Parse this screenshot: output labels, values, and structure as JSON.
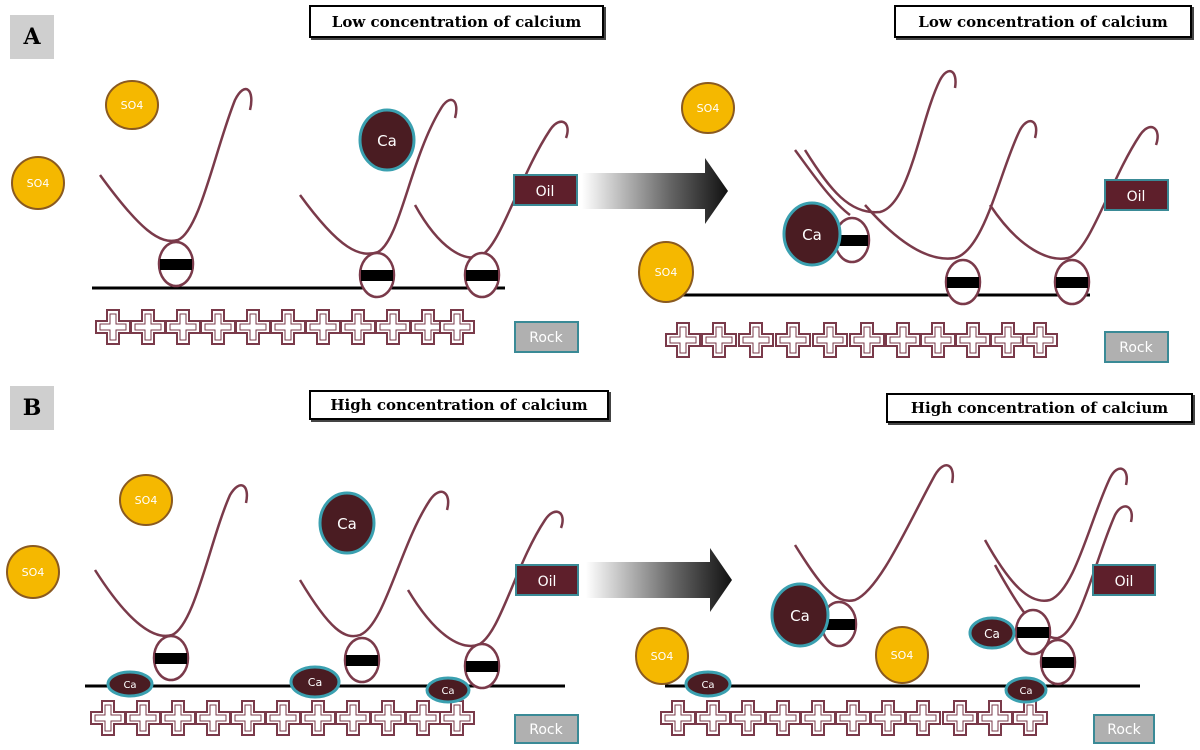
{
  "panels": [
    {
      "label": "A",
      "title_before": "Low concentration of calcium",
      "title_after": "Low concentration of calcium"
    },
    {
      "label": "B",
      "title_before": "High concentration of calcium",
      "title_after": "High concentration of calcium"
    }
  ],
  "labels": {
    "sulfate": "SO4",
    "calcium": "Ca",
    "oil": "Oil",
    "rock": "Rock"
  },
  "colors": {
    "sulfate": "#f5b800",
    "calcium": "#4a1c22",
    "ca_ring": "#3aa0b0",
    "oil": "#5e1f2b",
    "chain": "#7a3a4a",
    "rock_box": "#b0b0b0",
    "rock_border": "#3a8a96"
  }
}
